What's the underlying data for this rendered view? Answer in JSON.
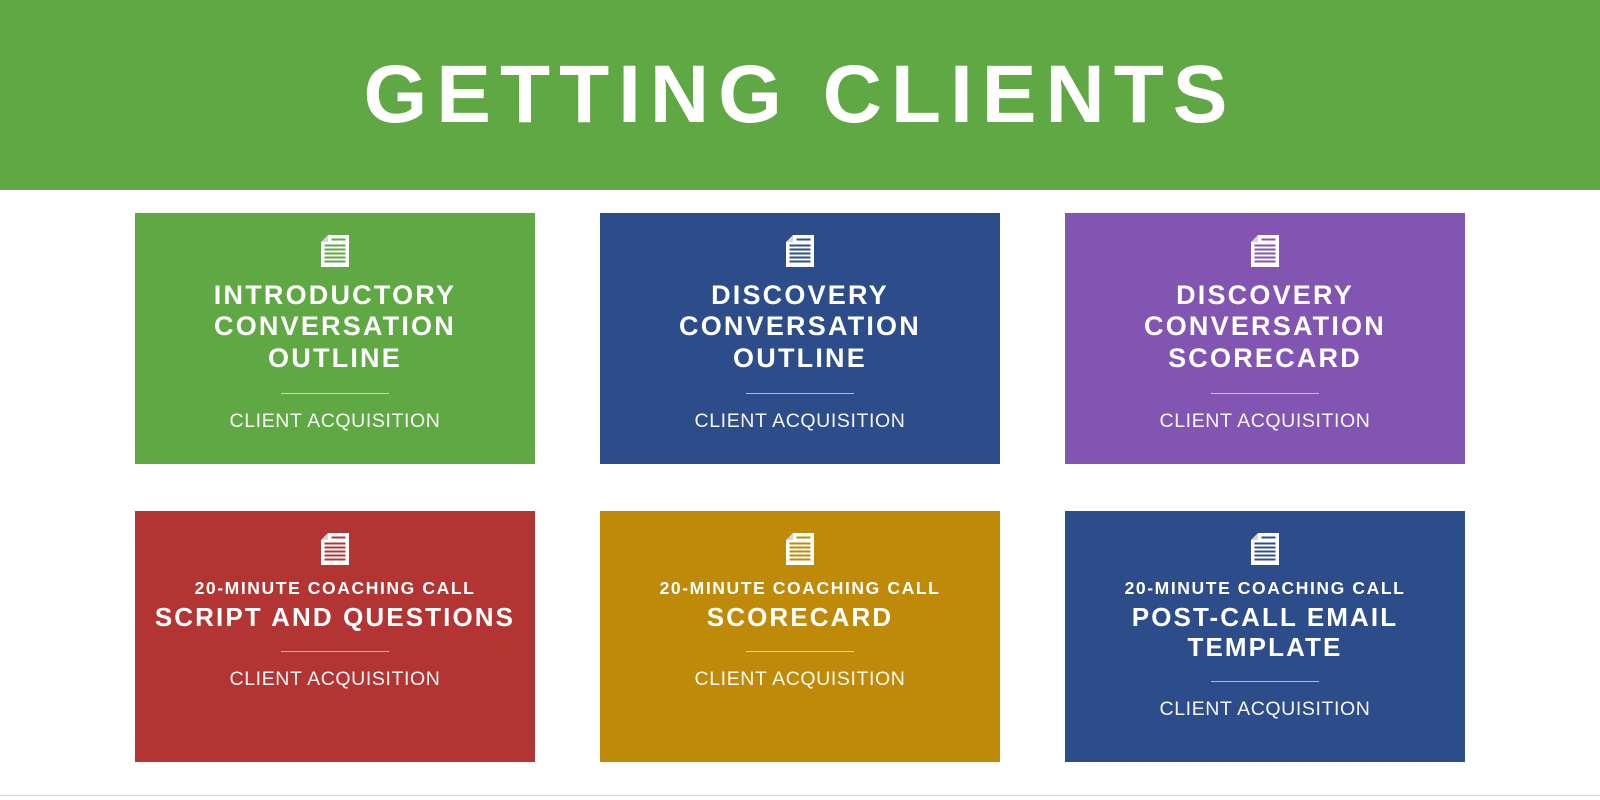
{
  "header": {
    "title": "GETTING CLIENTS",
    "background_color": "#5FA843",
    "text_color": "#FFFFFF"
  },
  "cards": [
    {
      "id": "introductory-conversation-outline",
      "icon": "document-icon",
      "eyebrow": "",
      "title": "INTRODUCTORY CONVERSATION OUTLINE",
      "subtitle": "CLIENT ACQUISITION",
      "color": "#5FA843"
    },
    {
      "id": "discovery-conversation-outline",
      "icon": "document-icon",
      "eyebrow": "",
      "title": "DISCOVERY CONVERSATION OUTLINE",
      "subtitle": "CLIENT ACQUISITION",
      "color": "#2C4D8A"
    },
    {
      "id": "discovery-conversation-scorecard",
      "icon": "document-icon",
      "eyebrow": "",
      "title": "DISCOVERY CONVERSATION SCORECARD",
      "subtitle": "CLIENT ACQUISITION",
      "color": "#8355B3"
    },
    {
      "id": "coaching-call-script-and-questions",
      "icon": "document-icon",
      "eyebrow": "20-MINUTE COACHING CALL",
      "title": "SCRIPT AND QUESTIONS",
      "subtitle": "CLIENT ACQUISITION",
      "color": "#B23433"
    },
    {
      "id": "coaching-call-scorecard",
      "icon": "document-icon",
      "eyebrow": "20-MINUTE COACHING CALL",
      "title": "SCORECARD",
      "subtitle": "CLIENT ACQUISITION",
      "color": "#C08A09"
    },
    {
      "id": "coaching-call-post-call-email-template",
      "icon": "document-icon",
      "eyebrow": "20-MINUTE COACHING CALL",
      "title": "POST-CALL EMAIL TEMPLATE",
      "subtitle": "CLIENT ACQUISITION",
      "color": "#2C4D8A"
    }
  ],
  "footer": {
    "rule_color": "#CFE3C4"
  }
}
